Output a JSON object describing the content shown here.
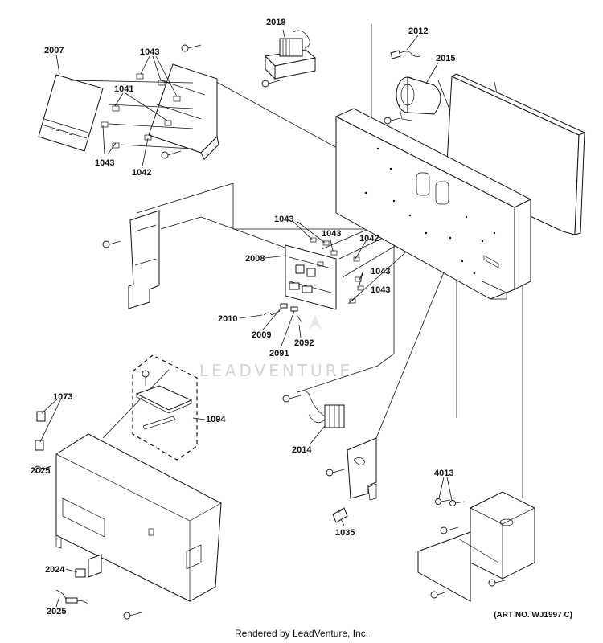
{
  "labels": {
    "p2018": "2018",
    "p2012": "2012",
    "p2015": "2015",
    "p2007": "2007",
    "p1043a": "1043",
    "p1041": "1041",
    "p1043b": "1043",
    "p1042a": "1042",
    "p1043c": "1043",
    "p1043d": "1043",
    "p1042b": "1042",
    "p2008": "2008",
    "p1043e": "1043",
    "p1043f": "1043",
    "p2010": "2010",
    "p2009": "2009",
    "p2091": "2091",
    "p2092": "2092",
    "p1073": "1073",
    "p1094": "1094",
    "p2014": "2014",
    "p4013": "4013",
    "p2025": "2025",
    "p1035": "1035",
    "p2024": "2024",
    "p2025b": "2025"
  },
  "watermark": "LEADVENTURE",
  "art_no": "(ART NO. WJ1997 C)",
  "footer": "Rendered by LeadVenture, Inc."
}
